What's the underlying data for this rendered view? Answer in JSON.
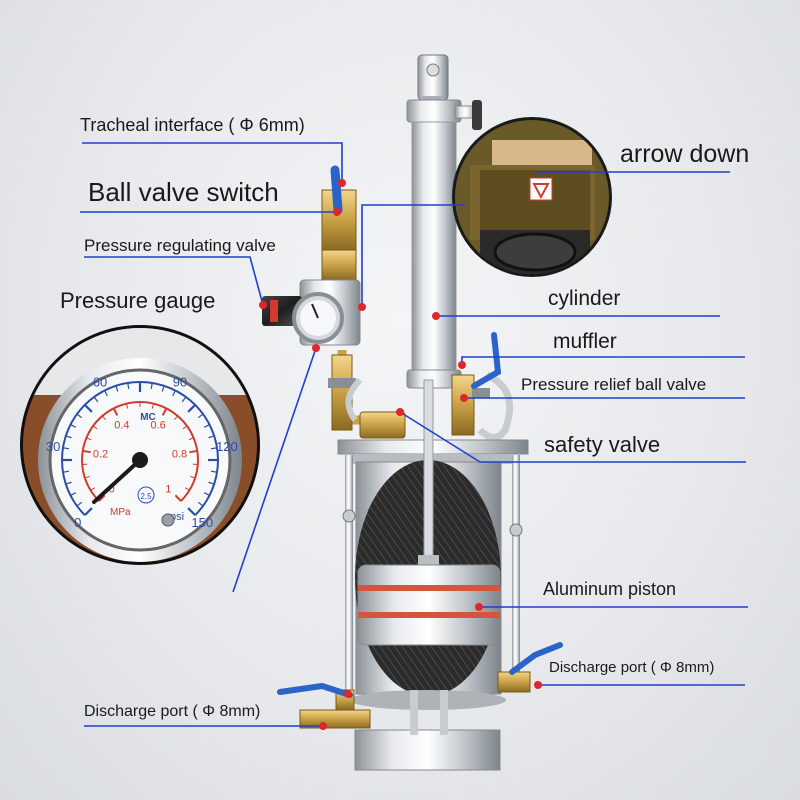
{
  "labels": {
    "tracheal_interface": "Tracheal interface ( Φ 6mm)",
    "ball_valve_switch": "Ball valve switch",
    "pressure_regulating_valve": "Pressure regulating valve",
    "pressure_gauge": "Pressure gauge",
    "arrow_down": "arrow down",
    "cylinder": "cylinder",
    "muffler": "muffler",
    "pressure_relief_ball_valve": "Pressure relief ball valve",
    "safety_valve": "safety valve",
    "aluminum_piston": "Aluminum piston",
    "discharge_port_right": "Discharge port ( Φ 8mm)",
    "discharge_port_left": "Discharge port ( Φ 8mm)"
  },
  "gauge": {
    "psi_ticks": [
      "0",
      "30",
      "60",
      "90",
      "120",
      "150"
    ],
    "mpa_ticks": [
      "0",
      "0.2",
      "0.4",
      "0.6",
      "0.8",
      "1"
    ],
    "unit_mpa": "MPa",
    "unit_psi": "psi",
    "class_mark": "2.5",
    "brand_mark": "MC"
  },
  "colors": {
    "leader_line": "#1f3fd0",
    "marker_dot": "#e0262c",
    "valve_handle": "#2a64c8",
    "brass": "#c9a046",
    "steel": "#c8ccd1",
    "gauge_red": "#d33a2c",
    "gauge_blue": "#2a4ea8",
    "piston_ring": "#d2553c"
  }
}
